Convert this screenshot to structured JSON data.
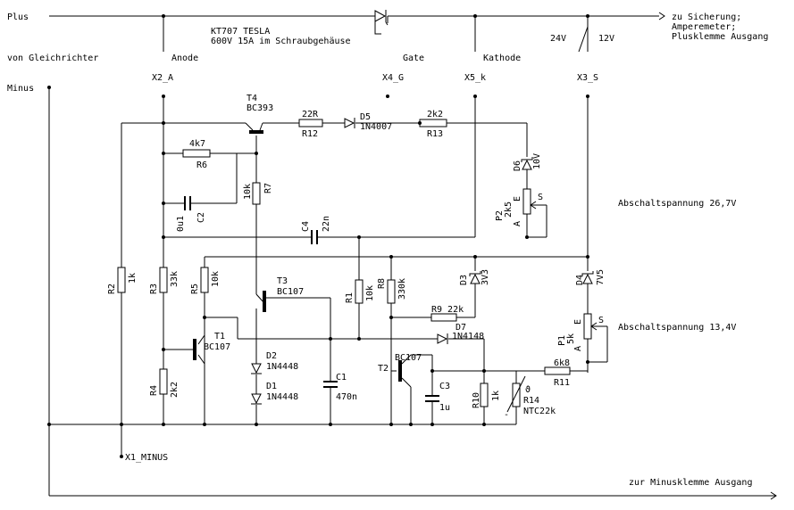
{
  "rails": {
    "plus": "Plus",
    "minus": "Minus",
    "from_rectifier": "von Gleichrichter",
    "to_fuse_1": "zu Sicherung;",
    "to_fuse_2": "Amperemeter;",
    "to_fuse_3": "Plusklemme Ausgang",
    "to_minus_out": "zur Minusklemme Ausgang"
  },
  "thyristor": {
    "name": "KT707 TESLA",
    "spec": "600V 15A im Schraubgehäuse",
    "anode": "Anode",
    "gate": "Gate",
    "cathode": "Kathode"
  },
  "switch": {
    "pos_a": "24V",
    "pos_b": "12V"
  },
  "terminals": {
    "x2": "X2_A",
    "x4": "X4_G",
    "x5": "X5_k",
    "x3": "X3_S",
    "x1": "X1_MINUS"
  },
  "thresholds": {
    "high": "Abschaltspannung 26,7V",
    "low": "Abschaltspannung 13,4V"
  },
  "components": {
    "t4_name": "T4",
    "t4_type": "BC393",
    "r12_val": "22R",
    "r12": "R12",
    "d5": "D5",
    "d5_type": "1N4007",
    "r13_val": "2k2",
    "r13": "R13",
    "r6_val": "4k7",
    "r6": "R6",
    "r7": "R7",
    "r7_val": "10k",
    "c2": "C2",
    "c2_val": "0u1",
    "c4": "C4",
    "c4_val": "22n",
    "d6": "D6",
    "d6_val": "10V",
    "p2": "P2",
    "p2_val": "2k5",
    "pot_s": "S",
    "pot_a": "A",
    "pot_e": "E",
    "r2": "R2",
    "r2_val": "1k",
    "r3": "R3",
    "r3_val": "33k",
    "r5": "R5",
    "r5_val": "10k",
    "t3_name": "T3",
    "t3_type": "BC107",
    "r1": "R1",
    "r1_val": "10k",
    "r8": "R8",
    "r8_val": "330k",
    "d3": "D3",
    "d3_val": "3V3",
    "r9": "R9 22k",
    "d4": "D4",
    "d4_val": "7V5",
    "d7": "D7",
    "d7_type": "1N4148",
    "t1_name": "T1",
    "t1_type": "BC107",
    "p1": "P1",
    "p1_val": "5k",
    "d2": "D2",
    "d2_type": "1N4448",
    "d1": "D1",
    "d1_type": "1N4448",
    "c1": "C1",
    "c1_val": "470n",
    "t2_name": "T2",
    "t2_type": "BC107",
    "c3": "C3",
    "c3_val": "1u",
    "r11_val": "6k8",
    "r11": "R11",
    "r4": "R4",
    "r4_val": "2k2",
    "r10": "R10",
    "r10_val": "1k",
    "r14": "R14",
    "r14_type": "NTC22k",
    "ntc_t": "ϑ",
    "ntc_minus": "-"
  }
}
